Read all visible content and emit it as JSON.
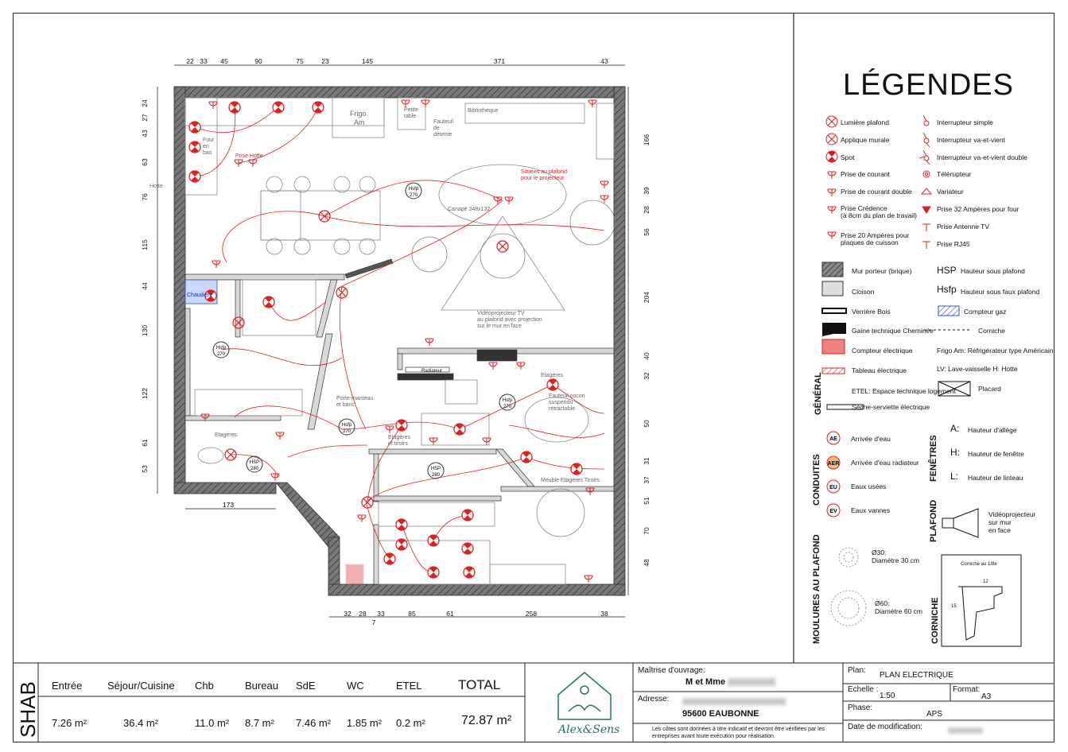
{
  "plan": {
    "dims_top": [
      "22",
      "33",
      "45",
      "90",
      "75",
      "23",
      "145",
      "371",
      "43"
    ],
    "dims_bottom": [
      "32",
      "28",
      "33",
      "85",
      "61",
      "258",
      "38"
    ],
    "dims_left": [
      "24",
      "27",
      "43",
      "63",
      "76",
      "115",
      "44",
      "130",
      "122",
      "61",
      "53"
    ],
    "dims_right": [
      "166",
      "39",
      "28",
      "56",
      "204",
      "40",
      "32",
      "50",
      "31",
      "37",
      "51",
      "70",
      "48"
    ],
    "dim_173": "173",
    "dim_7": "7",
    "labels": {
      "frigo": "Frigo",
      "frigo2": "Am",
      "petite_table": "Petite\ntable",
      "fauteuil": "Fauteuil\nde\ndétente",
      "bibliotheque": "Bibliothèque",
      "four": "Four\nen\nbas",
      "prise_hotte": "Prise Hotte",
      "hotte": "Hotte",
      "situees": "Situées au plafond\npour le projecteur",
      "canape": "Canapé 248x132",
      "chaudiere": "Chaudière",
      "videoprojecteur": "Vidéoprojecteur TV\nau plafond avec projection\nsur le mur en face",
      "radiateur": "Radiateur",
      "etageres_top": "Etagères",
      "fauteuil_cocon": "Fauteuil cocon\nsuspendu\nrétractable",
      "porte_manteau": "Porte-manteau\net banc",
      "etageres": "Etagères",
      "etageres_tiroirs": "Etagères\net tiroirs",
      "meuble": "Meuble Etagères Tiroirs",
      "hsfp": "Hsfp",
      "h270": "270",
      "hsp": "HSP",
      "h280": "280"
    }
  },
  "legend": {
    "title": "LÉGENDES",
    "col1": [
      "Lumière plafond",
      "Applique murale",
      "Spot",
      "Prise de courant",
      "Prise de courant double",
      "Prise Crédence\n(à 8cm du plan de travail)",
      "Prise 20 Ampères pour\nplaques de cuisson"
    ],
    "col2": [
      "Interrupteur simple",
      "Interrupteur va-et-vient",
      "Interrupteur va-et-vient double",
      "Télérupteur",
      "Variateur",
      "Prise 32 Ampères pour four",
      "Prise Antenne TV",
      "Prise RJ45"
    ],
    "general_title": "GÉNÉRAL",
    "general1": [
      "Mur porteur (brique)",
      "Cloison",
      "Verrière Bois",
      "Gaine technique Cheminée",
      "Compteur électrique",
      "Tableau électrique",
      "ETEL: Espace technique logement",
      "Sèche-serviette électrique"
    ],
    "general2": [
      "Hauteur sous plafond",
      "Hauteur sous faux plafond",
      "Compteur gaz",
      "Corniche",
      "Frigo Am: Réfrigérateur type Américain",
      "LV: Lave-vaisselle     H: Hotte",
      "Placard"
    ],
    "hsp": "HSP",
    "hsfp": "Hsfp",
    "conduites_title": "CONDUITES",
    "conduites": [
      {
        "code": "AE",
        "label": "Arrivée d'eau"
      },
      {
        "code": "AER",
        "label": "Arrivée d'eau radiateur"
      },
      {
        "code": "EU",
        "label": "Eaux usées"
      },
      {
        "code": "EV",
        "label": "Eaux vannes"
      }
    ],
    "fenetres_title": "FENÊTRES",
    "fenetres": [
      {
        "code": "A:",
        "label": "Hauteur d'allège"
      },
      {
        "code": "H:",
        "label": "Hauteur de fenêtre"
      },
      {
        "code": "L:",
        "label": "Hauteur de linteau"
      }
    ],
    "plafond_title": "PLAFOND",
    "plafond": "Vidéoprojecteur\nsur mur\nen face",
    "moulures_title": "MOULURES AU PLAFOND",
    "moulure1": "Ø30:\nDiamètre 30 cm",
    "moulure2": "Ø60:\nDiamètre 60 cm",
    "corniche_title": "CORNICHE",
    "corniche_caption": "Corniche au 1/8e",
    "corniche_12": "12",
    "corniche_15": "15"
  },
  "shab": {
    "title": "SHAB",
    "rooms": [
      "Entrée",
      "Séjour/Cuisine",
      "Chb",
      "Bureau",
      "SdE",
      "WC",
      "ETEL",
      "TOTAL"
    ],
    "areas": [
      "7.26 m²",
      "36.4 m²",
      "11.0 m²",
      "8.7 m²",
      "7.46 m²",
      "1.85 m²",
      "0.2 m²",
      "72.87 m²"
    ]
  },
  "logo": "Alex&Sens",
  "info": {
    "maitrise_label": "Maîtrise d'ouvrage:",
    "maitrise_value": "M et Mme",
    "adresse_label": "Adresse:",
    "adresse_value": "95600 EAUBONNE",
    "note": "Les côtes sont données à titre indicatif et devront être vérifiées par les\nentreprises avant toute exécution pour réalisation.",
    "plan_label": "Plan:",
    "plan_value": "PLAN ELECTRIQUE",
    "echelle_label": "Echelle :",
    "echelle_value": "1:50",
    "format_label": "Format:",
    "format_value": "A3",
    "phase_label": "Phase:",
    "phase_value": "APS",
    "date_label": "Date de modification:"
  },
  "colors": {
    "red": "#e02020",
    "wall": "#555555",
    "partition": "#d8d8d8"
  }
}
